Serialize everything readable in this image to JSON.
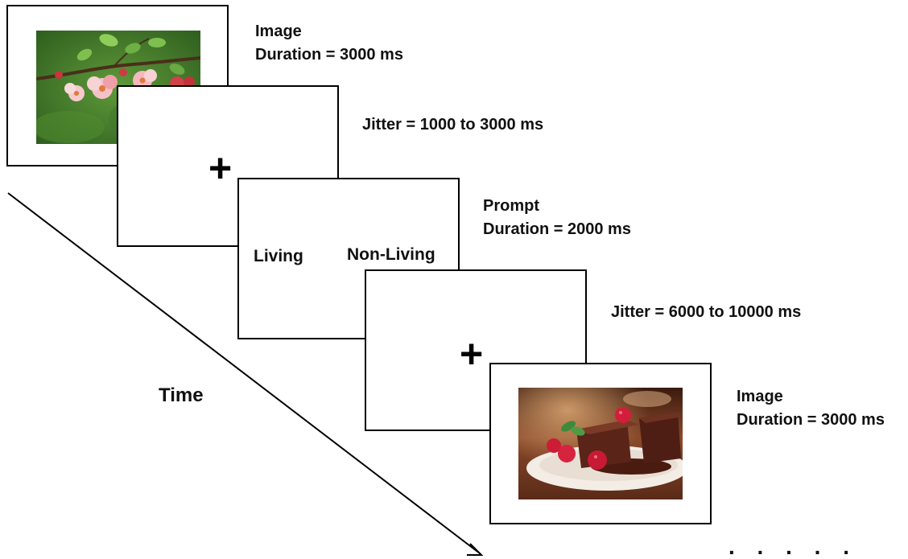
{
  "screens": {
    "image_1": {
      "label": {
        "line1": "Image",
        "line2": "Duration = 3000 ms"
      }
    },
    "fixation_1": {
      "symbol": "+",
      "label": {
        "line1": "Jitter = 1000 to 3000 ms"
      }
    },
    "prompt": {
      "options": {
        "left": "Living",
        "right": "Non-Living"
      },
      "label": {
        "line1": "Prompt",
        "line2": "Duration = 2000 ms"
      }
    },
    "fixation_2": {
      "symbol": "+",
      "label": {
        "line1": "Jitter = 6000 to 10000 ms"
      }
    },
    "image_2": {
      "label": {
        "line1": "Image",
        "line2": "Duration = 3000 ms"
      }
    }
  },
  "axis": {
    "label": "Time"
  },
  "continuation": ". . . . .",
  "images": {
    "first": "flower-blossom-photo",
    "second": "chocolate-cake-with-raspberries-photo"
  }
}
